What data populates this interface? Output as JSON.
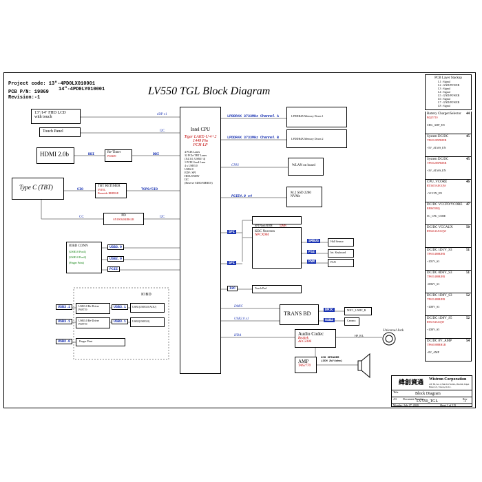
{
  "project": {
    "code_label": "Project code: 13\"-4PD0LX010001",
    "code_line2": "14\"-4PD0LY010001",
    "pcb": "PCB P/N: 19869",
    "revision": "Revision:-1"
  },
  "title": "LV550 TGL Block Diagram",
  "cpu": {
    "name": "Intel CPU",
    "chip": "Tiger LAKE-U 4+2",
    "pins": "1449 Pin",
    "pch": "PCH-LP",
    "notes": [
      "4 PCIE Lanes",
      "32 PCIe/TBT Lanes",
      "(X4 3.0, USB3? 4)",
      "1 PCIE Gen4 Lane",
      "4 x USB3.0",
      "USB2.0",
      "EDP / SPI",
      "HDA/SNDW",
      "I2C",
      "(Reserve SDIO/SMBUS)"
    ]
  },
  "left": {
    "lcd": "13\"/14\" FHD LCD",
    "lcd2": "with touch",
    "edp": "eDP x1",
    "touch_panel": "Touch Panel",
    "i2c": "I2C",
    "hdmi": "HDMI 2.0b",
    "ddi": "DDI",
    "retimer": "Re-Timer",
    "retimer_part": "PS8409",
    "typec": "Type C (TBT)",
    "tbt_retimer": "TBT RETIMER",
    "tbt_retimer_p1": "INTEL",
    "tbt_retimer_p2": "Burnside BRIDGE",
    "cio": "CIO",
    "tcp": "TCP0/CIO",
    "cc": "CC",
    "pd": "PD",
    "pd_part": "SN1903484IRSLR",
    "i2c2": "I2C",
    "iobd_conn": "IOBD CONN",
    "usb1": "(USB3.0 Port1)",
    "usb2": "(USB3.0 Port2)",
    "fp": "(Finger Print)",
    "usb30a": "USB3.0",
    "usb20a": "USB2.0",
    "pcie": "PCIE"
  },
  "iobd": {
    "title": "IOBD",
    "redriver": "USB3.0 Re-Driver",
    "redriver_part": "PS8719",
    "usb31": "USB3.1",
    "aou1": "USB1(USB3.0/AOU)",
    "usb3port": "USB3.1",
    "usb32": "USB3.1",
    "usb2port": "USB2(USB3.0)",
    "usb20b": "USB2.0",
    "fingerprint": "Finger Print"
  },
  "mem": {
    "chA": "LPDDR4X 3733MHz Channel A",
    "chB": "LPDDR4X 3733MHz Channel B",
    "downA": "LPDDR4X Memory Down 1",
    "downB": "LPDDR4X Memory Down 2",
    "cnvi": "CNVi",
    "wlan": "WLAN on board",
    "pcie4": "PCIE4.0 x4",
    "ssd": "M.2 SSD 2280",
    "ssd2": "NVMe"
  },
  "ec": {
    "spi_flash": "SPI Flash ROM",
    "spi_size": "32MB",
    "spi1": "SPI",
    "kbc": "KBC Nuvoton",
    "kbc_part": "NPCX9M",
    "smbus": "SMBUS",
    "hall": "Hall Sensor",
    "ps2": "PS2",
    "kbd": "Int. Keyboard",
    "pwm": "PWM",
    "fan": "FAN",
    "spi2": "SPI",
    "i2c": "I2C",
    "touchpad": "Touch Pad"
  },
  "trans": {
    "dmic": "DMIC",
    "usb20": "USB2.0 x1",
    "name": "TRANS BD",
    "dmic2": "DMIC",
    "mic": "MIC1_L/MIC_R",
    "usb2": "USB2",
    "camera": "Camera"
  },
  "audio": {
    "hda": "HDA",
    "codec": "Audio Codec",
    "brand": "Realtek",
    "part": "ALC3306",
    "hp": "HP_R/L",
    "jack": "Universal Jack",
    "amp": "AMP",
    "amp_part": "TAS2770",
    "speaker": "2CH SPEAKER",
    "speaker2": "(2CH 2W/4ohm)"
  },
  "right": {
    "stackup_title": "PCB Layer Stackup",
    "stackup": [
      "L1 : Signal",
      "L2 : GND/POWER",
      "L3 : Signal",
      "L4 : Signal",
      "L5 : GND/POWER",
      "L6 : Signal",
      "L7 : GND/POWER",
      "L8 : Signal"
    ],
    "items": [
      {
        "name": "Battery Charger/Selector",
        "part": "BQ25710",
        "sub": "CHG_ADP_EN",
        "num": "44"
      },
      {
        "name": "System DC/DC",
        "part": "TPS51285PRJER",
        "sub": "+5V_ALWS_EN",
        "num": "45"
      },
      {
        "name": "System DC/DC",
        "part": "TPS51285PRJER",
        "sub": "+3V_ALWS_EN",
        "num": "45"
      },
      {
        "name": "CPU_VCORE",
        "part": "RT3615AEGQW",
        "sub": "+VCCIN_EN",
        "num": "46"
      },
      {
        "name": "DC/DC VCCPD/VCORE",
        "part": "RE8655BQ",
        "sub": "SC_CPU_CORE",
        "num": "47"
      },
      {
        "name": "DC/DC VCCAUX",
        "part": "RT6614AXGQW",
        "sub": "",
        "num": "50"
      },
      {
        "name": "DC/DC 1D1V_S3",
        "part": "TPS51480RJER",
        "sub": "+1D1V_S3",
        "num": "51"
      },
      {
        "name": "DC/DC 0D6V_S3",
        "part": "TPS51480RJER",
        "sub": "+0D6V_S3",
        "num": "51"
      },
      {
        "name": "DC/DC 1D8V_S3",
        "part": "TPS51480RJER",
        "sub": "+1D8V_S3",
        "num": "52"
      },
      {
        "name": "DC/DC 1D8V_S5",
        "part": "RT6154AGQW",
        "sub": "+1D8V_S5",
        "num": "52"
      },
      {
        "name": "DC/DC 8V_AMP",
        "part": "TPS61088RHLR",
        "sub": "+8V_AMP",
        "num": "54"
      }
    ]
  },
  "titleblock": {
    "chinese": "緯創資通",
    "company": "Wistron Corporation",
    "address": "21F, 88, Sec.1, Hsin Tai Wu Rd., Hsichih, Taipei Hsien 221, Taiwan, R.O.C.",
    "title_label": "Title",
    "title": "Block Diagram",
    "doc_label": "Document Number",
    "doc": "LV550_TGL",
    "rev_label": "Rev",
    "rev": "-1",
    "size": "A3",
    "date": "Monday, July 27, 2020",
    "sheet": "Sheet 1 of 115"
  }
}
